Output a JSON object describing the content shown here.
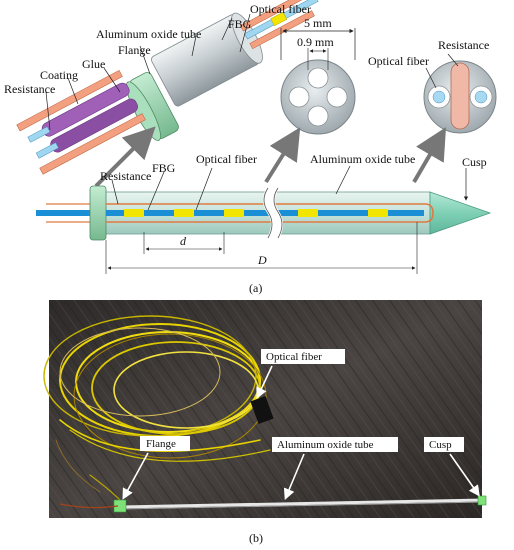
{
  "panel_a": {
    "caption": "(a)",
    "labels": {
      "optical_fiber_top": "Optical fiber",
      "fbg_top": "FBG",
      "aluminum_tube_top": "Aluminum oxide tube",
      "flange_top": "Flange",
      "glue": "Glue",
      "coating": "Coating",
      "resistance_top": "Resistance",
      "dim_5mm": "5 mm",
      "dim_09mm": "0.9 mm",
      "resistance_right": "Resistance",
      "optical_fiber_right": "Optical fiber",
      "resistance_main": "Resistance",
      "fbg_main": "FBG",
      "optical_fiber_main": "Optical fiber",
      "aluminum_tube_main": "Aluminum oxide tube",
      "cusp": "Cusp",
      "dim_d": "d",
      "dim_D": "D"
    }
  },
  "panel_b": {
    "caption": "(b)",
    "labels": {
      "optical_fiber": "Optical fiber",
      "flange": "Flange",
      "aluminum_tube": "Aluminum oxide tube",
      "cusp": "Cusp"
    }
  },
  "colors": {
    "fiber_blue": "#1a8fd6",
    "fbg_yellow": "#f2e600",
    "resistance_orange": "#e07a40",
    "tube_body": "#c9e3dc",
    "flange_green": "#8fd0a8",
    "cusp_teal": "#7ccfb4",
    "coating_purple": "#9a5fb0",
    "photo_bg": "#3a3634"
  }
}
